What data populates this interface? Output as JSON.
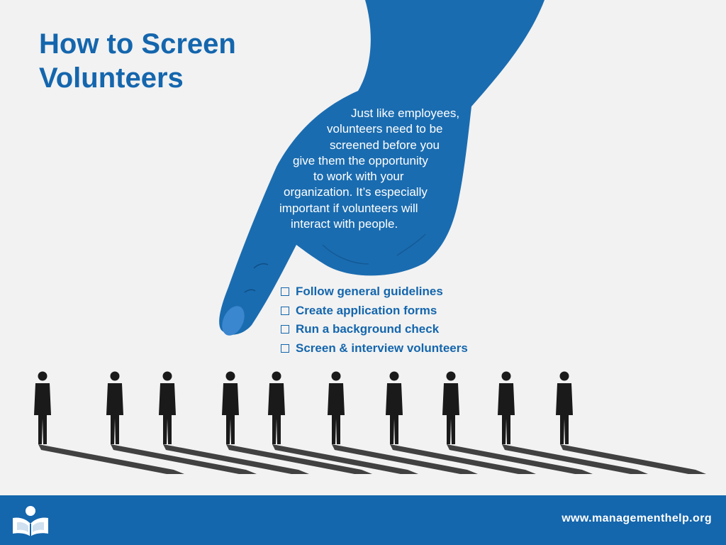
{
  "title": {
    "lines": [
      "How to Screen",
      "Volunteers"
    ]
  },
  "intro": {
    "lines": [
      "Just like employees,",
      "volunteers need to be",
      "screened before you",
      "give them the opportunity",
      "to work with your",
      "organization. It’s especially",
      "important if volunteers will",
      "interact with people."
    ]
  },
  "checklist": {
    "items": [
      {
        "label": "Follow general guidelines",
        "checked": false
      },
      {
        "label": "Create application forms",
        "checked": false
      },
      {
        "label": "Run a background check",
        "checked": false
      },
      {
        "label": "Screen & interview volunteers",
        "checked": false
      }
    ]
  },
  "footer": {
    "url": "www.managementhelp.org",
    "logo_icon": "people-book-logo-icon"
  },
  "colors": {
    "brand_blue": "#1466ad",
    "hand_blue": "#1a6cb0",
    "fingertip_blue": "#3a86cf",
    "background": "#f2f2f2",
    "silhouette": "#1a1a1a"
  },
  "illustration": {
    "hand_icon": "pointing-hand-icon",
    "people_count": 10,
    "people_icon": "standing-person-silhouette-icon"
  }
}
